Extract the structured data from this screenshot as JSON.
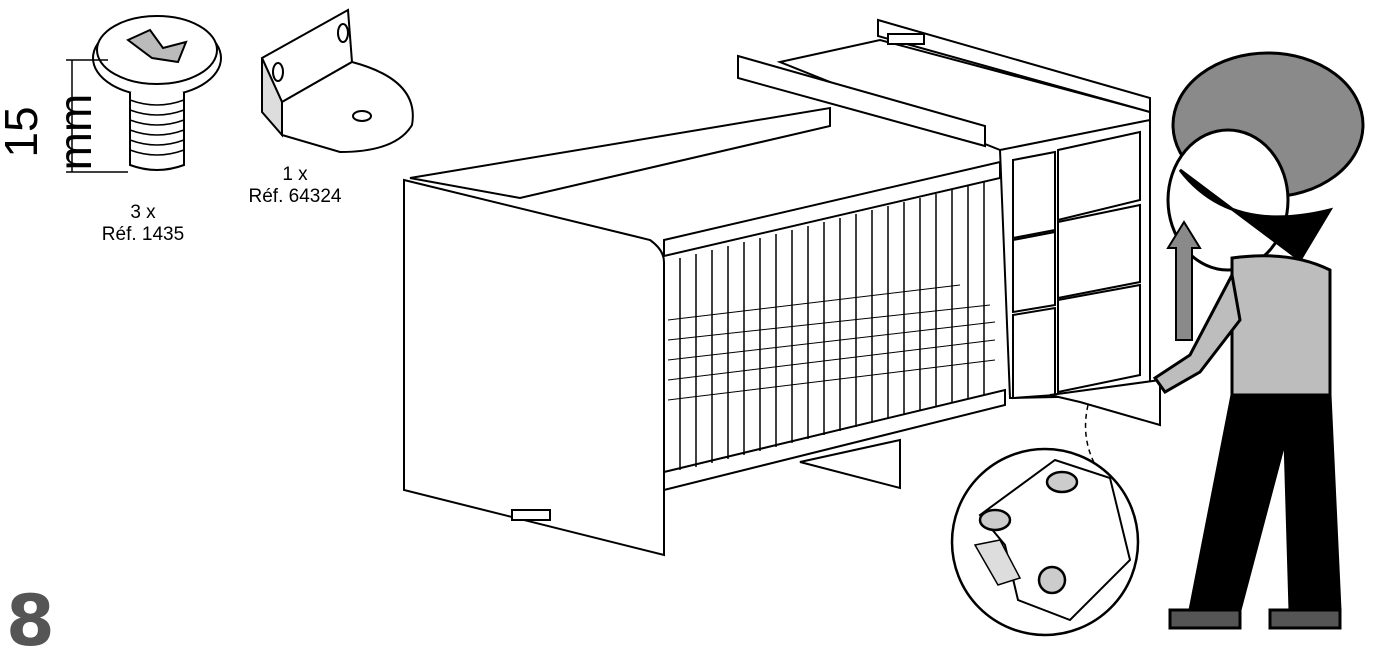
{
  "dimension": {
    "length_label": "15 mm"
  },
  "parts": [
    {
      "quantity": "3 x",
      "reference": "Réf. 1435"
    },
    {
      "quantity": "1 x",
      "reference": "Réf. 64324"
    }
  ],
  "step": {
    "number": "8"
  },
  "colors": {
    "line": "#000000",
    "shade_light": "#bdbdbd",
    "shade_mid": "#8a8a8a",
    "step": "#555555"
  }
}
